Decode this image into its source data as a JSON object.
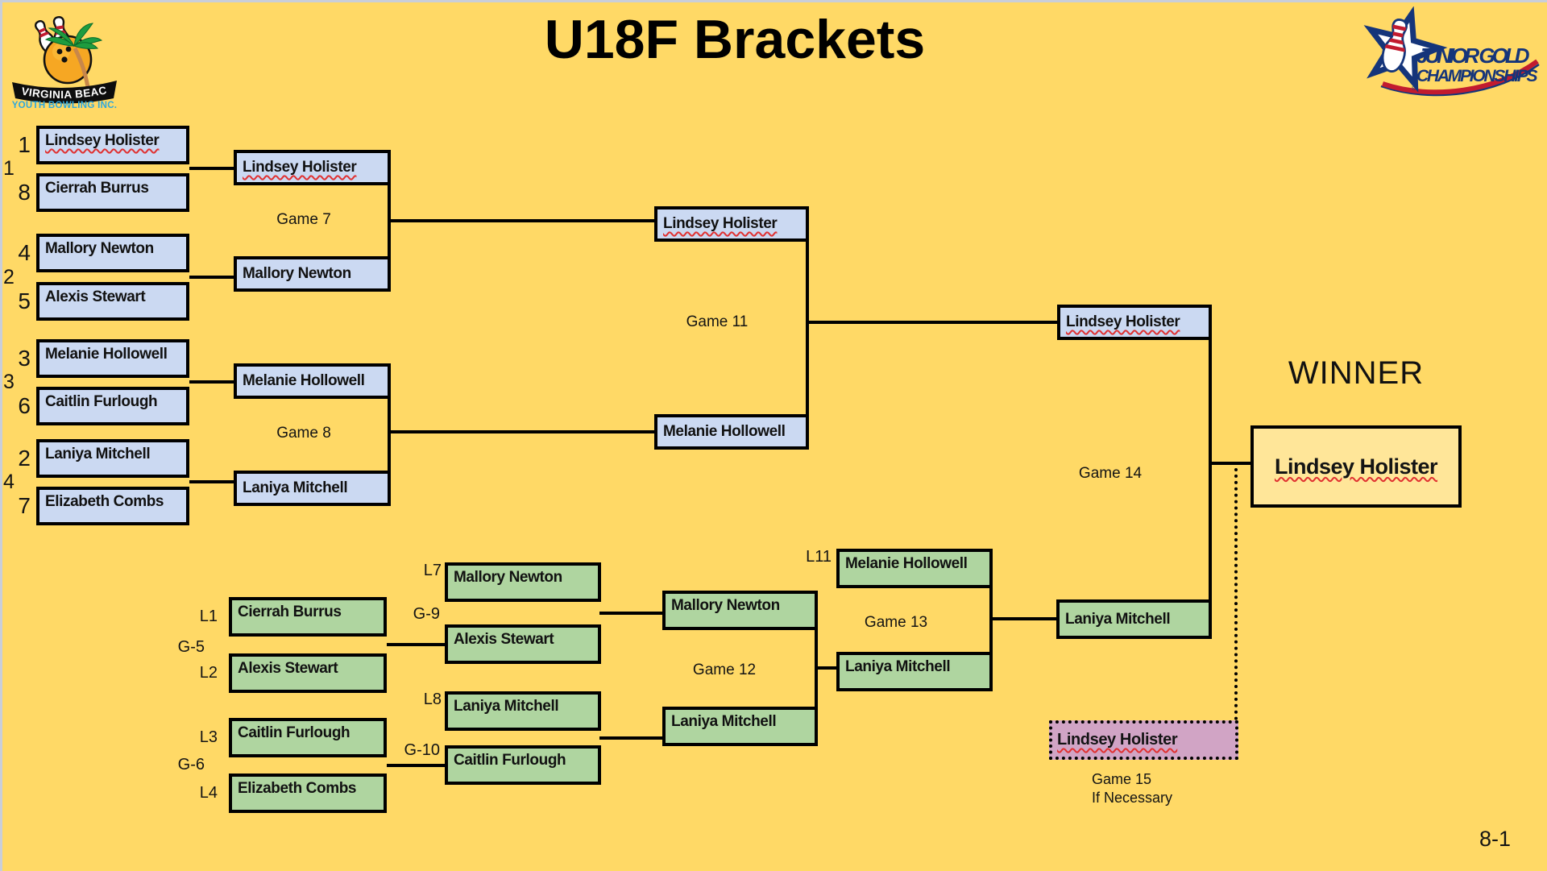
{
  "title": "U18F Brackets",
  "page_number": "8-1",
  "winner_heading": "WINNER",
  "logo_left": {
    "name1": "VIRGINIA BEACH",
    "name2": "YOUTH BOWLING INC."
  },
  "logo_right": {
    "line1": "JUNIOR GOLD",
    "line2": "CHAMPIONSHIPS",
    "trademark": "®"
  },
  "colors": {
    "background": "#FFD966",
    "wb_box": "#CBD9F2",
    "lb_box": "#AFD5A0",
    "winner_box": "#FFE699",
    "if_necessary_box": "#D1A4C5",
    "line": "#000000",
    "squiggle": "#E03131",
    "edge": "#C9CED8",
    "logo_navy": "#15357A",
    "logo_red": "#C21B2F",
    "logo_blue_text": "#2FA8DC"
  },
  "wb": {
    "game_numbers": [
      "1",
      "2",
      "3",
      "4"
    ],
    "r1": [
      {
        "seed": "1",
        "name": "Lindsey Holister"
      },
      {
        "seed": "8",
        "name": "Cierrah Burrus"
      },
      {
        "seed": "4",
        "name": "Mallory Newton"
      },
      {
        "seed": "5",
        "name": "Alexis Stewart"
      },
      {
        "seed": "3",
        "name": "Melanie Hollowell"
      },
      {
        "seed": "6",
        "name": "Caitlin Furlough"
      },
      {
        "seed": "2",
        "name": "Laniya Mitchell"
      },
      {
        "seed": "7",
        "name": "Elizabeth Combs"
      }
    ],
    "r2": [
      "Lindsey Holister",
      "Mallory Newton",
      "Melanie Hollowell",
      "Laniya Mitchell"
    ],
    "r2_game_labels": [
      "Game 7",
      "Game 8"
    ],
    "r3": [
      "Lindsey Holister",
      "Melanie Hollowell"
    ],
    "r3_game_label": "Game 11",
    "r4": "Lindsey Holister",
    "final_game_label": "Game 14"
  },
  "lb": {
    "r1_loser_labels": [
      "L1",
      "L2",
      "L3",
      "L4"
    ],
    "r1_game_labels": [
      "G-5",
      "G-6"
    ],
    "r1": [
      "Cierrah Burrus",
      "Alexis Stewart",
      "Caitlin Furlough",
      "Elizabeth Combs"
    ],
    "r2_loser_labels": [
      "L7",
      "L8"
    ],
    "r2_game_labels": [
      "G-9",
      "G-10"
    ],
    "r2": [
      "Mallory Newton",
      "Alexis Stewart",
      "Laniya Mitchell",
      "Caitlin Furlough"
    ],
    "r3": [
      "Mallory Newton",
      "Laniya Mitchell"
    ],
    "r3_game_label": "Game 12",
    "r4_loser_label": "L11",
    "r4": [
      "Melanie Hollowell",
      "Laniya Mitchell"
    ],
    "r4_game_label": "Game 13",
    "champion": "Laniya Mitchell"
  },
  "finals": {
    "champion": "Lindsey Holister",
    "if_necessary_player": "Lindsey Holister",
    "game15_label": "Game 15",
    "game15_note": "If Necessary"
  }
}
